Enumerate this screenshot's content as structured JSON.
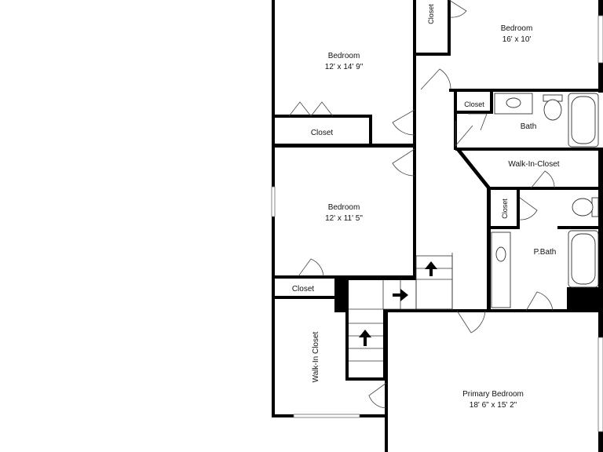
{
  "rooms": {
    "bedroom_top_left": {
      "name": "Bedroom",
      "size": "12' x 14' 9\""
    },
    "bedroom_top_right": {
      "name": "Bedroom",
      "size": "16' x 10'"
    },
    "bedroom_middle": {
      "name": "Bedroom",
      "size": "12' x 11' 5\""
    },
    "primary_bedroom": {
      "name": "Primary Bedroom",
      "size": "18' 6\" x 15' 2\""
    },
    "bath": {
      "name": "Bath"
    },
    "p_bath": {
      "name": "P.Bath"
    },
    "walk_in_closet_right": {
      "name": "Walk-In-Closet"
    },
    "walk_in_closet_left": {
      "name": "Walk-In Closet"
    },
    "closet_upper": {
      "name": "Closet"
    },
    "closet_lower": {
      "name": "Closet"
    },
    "closet_top_vertical": {
      "name": "Closet"
    },
    "closet_bath": {
      "name": "Closet"
    },
    "closet_pbath": {
      "name": "Closet"
    }
  },
  "colors": {
    "wall": "#000000",
    "background": "#ffffff"
  }
}
